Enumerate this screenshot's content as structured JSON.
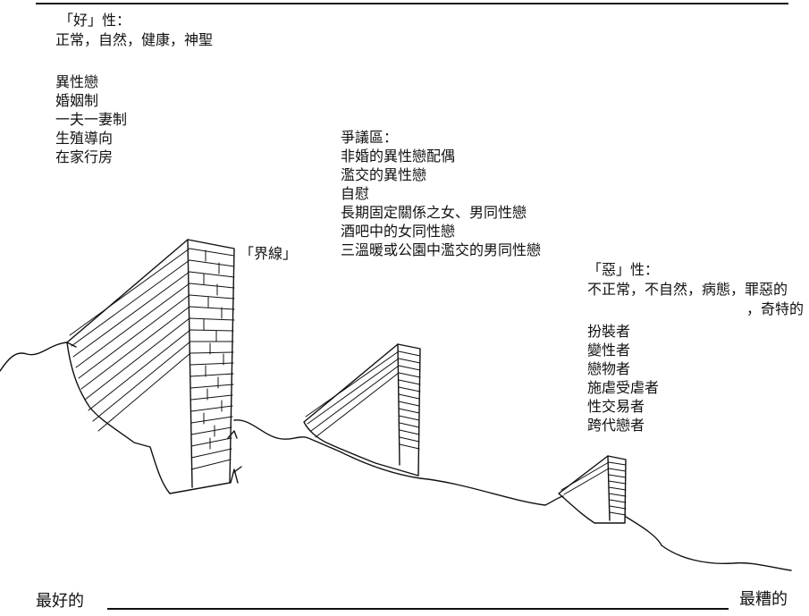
{
  "good": {
    "heading": "「好」性：",
    "descriptors": "正常，自然，健康，神聖",
    "items": [
      "異性戀",
      "婚姻制",
      "一夫一妻制",
      "生殖導向",
      "在家行房"
    ]
  },
  "boundary": {
    "label": "「界線」"
  },
  "contested": {
    "heading": "爭議區：",
    "items": [
      "非婚的異性戀配偶",
      "濫交的異性戀",
      "自慰",
      "長期固定關係之女、男同性戀",
      "酒吧中的女同性戀",
      "三溫暖或公園中濫交的男同性戀"
    ]
  },
  "bad": {
    "heading": "「惡」性：",
    "descriptors_line1": "不正常，不自然，病態，罪惡的",
    "descriptors_line2": "，奇特的",
    "items": [
      "扮裝者",
      "變性者",
      "戀物者",
      "施虐受虐者",
      "性交易者",
      "跨代戀者"
    ]
  },
  "axis": {
    "left_label": "最好的",
    "right_label": "最糟的"
  }
}
